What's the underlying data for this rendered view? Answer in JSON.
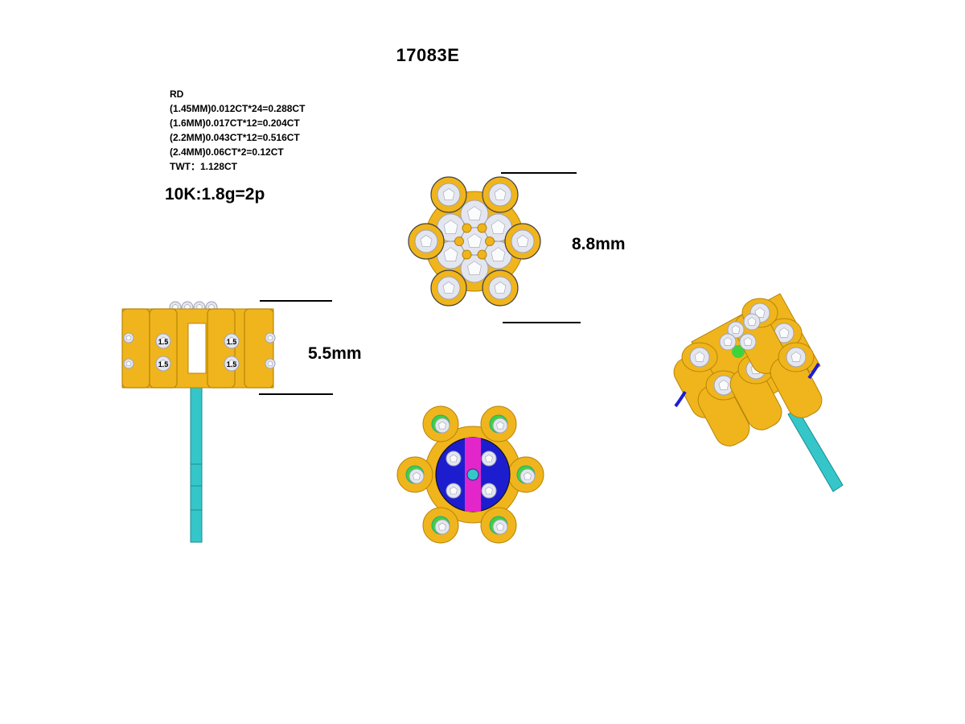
{
  "drawing": {
    "model_code": "17083E",
    "stone_spec": {
      "shape": "RD",
      "lines": [
        "(1.45MM)0.012CT*24=0.288CT",
        "(1.6MM)0.017CT*12=0.204CT",
        "(2.2MM)0.043CT*12=0.516CT",
        "(2.4MM)0.06CT*2=0.12CT"
      ],
      "total": "TWT：1.128CT"
    },
    "metal_weight": "10K:1.8g=2p",
    "dimensions": {
      "width": "8.8mm",
      "height": "5.5mm"
    },
    "side_marks": [
      "1.5",
      "1.5",
      "1.5",
      "1.5"
    ]
  },
  "colors": {
    "gold": "#f0b51c",
    "gold_dark": "#b78408",
    "diamond": "#e4e6ef",
    "diamond_dark": "#9fa3b4",
    "post": "#35c6c9",
    "blue": "#1d1dd0",
    "magenta": "#e226c9",
    "green": "#3fd23c",
    "line": "#000000"
  }
}
